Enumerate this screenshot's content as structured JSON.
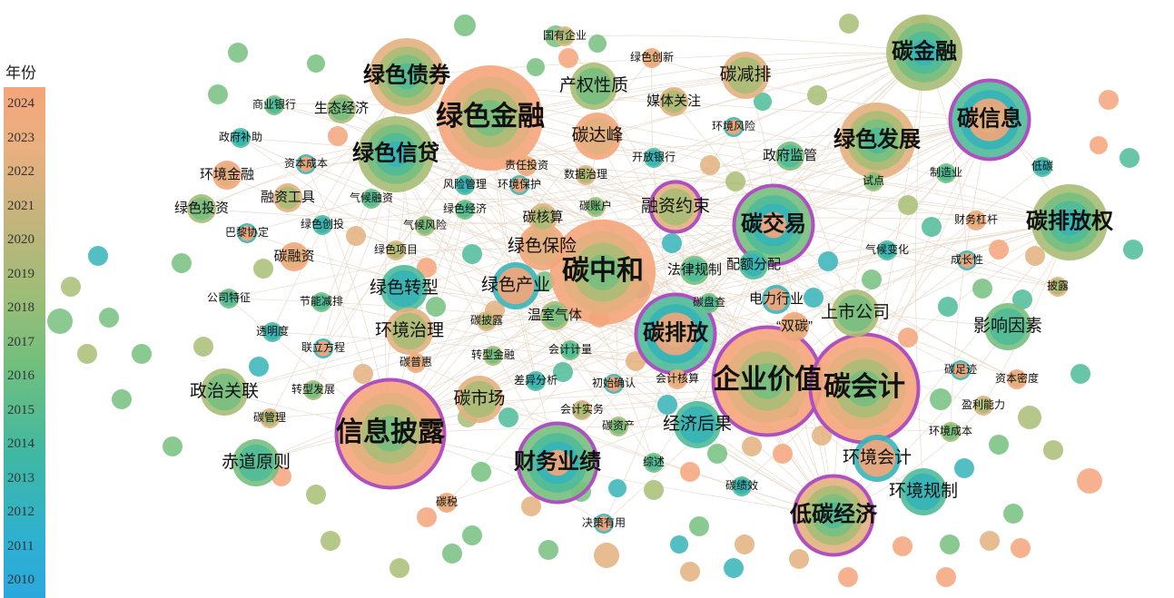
{
  "legend": {
    "title": "年份",
    "years": [
      "2024",
      "2023",
      "2022",
      "2021",
      "2020",
      "2019",
      "2018",
      "2017",
      "2016",
      "2015",
      "2014",
      "2013",
      "2012",
      "2011",
      "2010"
    ]
  },
  "nodes": [
    {
      "label": "信息披露",
      "size": "xl",
      "ring": true
    },
    {
      "label": "企业价值",
      "size": "xl",
      "ring": true
    },
    {
      "label": "碳会计",
      "size": "xl",
      "ring": true
    },
    {
      "label": "绿色金融",
      "size": "xl",
      "ring": false
    },
    {
      "label": "碳中和",
      "size": "xl",
      "ring": false
    },
    {
      "label": "低碳经济",
      "size": "lg",
      "ring": true
    },
    {
      "label": "碳排放权",
      "size": "lg",
      "ring": false
    },
    {
      "label": "碳交易",
      "size": "lg",
      "ring": true
    },
    {
      "label": "碳排放",
      "size": "lg",
      "ring": true
    },
    {
      "label": "碳信息",
      "size": "lg",
      "ring": true
    },
    {
      "label": "财务业绩",
      "size": "lg",
      "ring": true
    },
    {
      "label": "碳金融",
      "size": "lg",
      "ring": false
    },
    {
      "label": "绿色发展",
      "size": "lg",
      "ring": false
    },
    {
      "label": "绿色债券",
      "size": "lg",
      "ring": false
    },
    {
      "label": "绿色信贷",
      "size": "lg",
      "ring": false
    },
    {
      "label": "碳减排",
      "size": "md",
      "ring": false
    },
    {
      "label": "碳达峰",
      "size": "md",
      "ring": false
    },
    {
      "label": "融资约束",
      "size": "md",
      "ring": true
    },
    {
      "label": "产权性质",
      "size": "md",
      "ring": false
    },
    {
      "label": "媒体关注",
      "size": "sm",
      "ring": false
    },
    {
      "label": "上市公司",
      "size": "md",
      "ring": false
    },
    {
      "label": "影响因素",
      "size": "md",
      "ring": false
    },
    {
      "label": "绿色转型",
      "size": "md",
      "ring": false
    },
    {
      "label": "绿色产业",
      "size": "md",
      "ring": false
    },
    {
      "label": "绿色保险",
      "size": "md",
      "ring": false
    },
    {
      "label": "环境治理",
      "size": "md",
      "ring": false
    },
    {
      "label": "政治关联",
      "size": "md",
      "ring": false
    },
    {
      "label": "赤道原则",
      "size": "md",
      "ring": false
    },
    {
      "label": "环境规制",
      "size": "md",
      "ring": false
    },
    {
      "label": "环境会计",
      "size": "md",
      "ring": false
    },
    {
      "label": "经济后果",
      "size": "md",
      "ring": false
    },
    {
      "label": "碳市场",
      "size": "md",
      "ring": false
    },
    {
      "label": "温室气体",
      "size": "sm",
      "ring": false
    },
    {
      "label": "法律规制",
      "size": "sm",
      "ring": false
    },
    {
      "label": "配额分配",
      "size": "sm",
      "ring": false
    },
    {
      "label": "电力行业",
      "size": "sm",
      "ring": false
    },
    {
      "label": "“双碳”",
      "size": "sm",
      "ring": false
    },
    {
      "label": "碳核算",
      "size": "sm",
      "ring": false
    },
    {
      "label": "碳账户",
      "size": "xs",
      "ring": false
    },
    {
      "label": "政府监管",
      "size": "sm",
      "ring": false
    },
    {
      "label": "开放银行",
      "size": "xs",
      "ring": false
    },
    {
      "label": "环境风险",
      "size": "xs",
      "ring": false
    },
    {
      "label": "绿色创新",
      "size": "xs",
      "ring": false
    },
    {
      "label": "国有企业",
      "size": "xs",
      "ring": false
    },
    {
      "label": "生态经济",
      "size": "sm",
      "ring": false
    },
    {
      "label": "商业银行",
      "size": "xs",
      "ring": false
    },
    {
      "label": "政府补助",
      "size": "xs",
      "ring": false
    },
    {
      "label": "资本成本",
      "size": "xs",
      "ring": false
    },
    {
      "label": "环境金融",
      "size": "sm",
      "ring": false
    },
    {
      "label": "融资工具",
      "size": "sm",
      "ring": false
    },
    {
      "label": "绿色投资",
      "size": "sm",
      "ring": false
    },
    {
      "label": "气候融资",
      "size": "xs",
      "ring": false
    },
    {
      "label": "绿色创投",
      "size": "xs",
      "ring": false
    },
    {
      "label": "巴黎协定",
      "size": "xs",
      "ring": false
    },
    {
      "label": "碳融资",
      "size": "sm",
      "ring": false
    },
    {
      "label": "绿色项目",
      "size": "xs",
      "ring": false
    },
    {
      "label": "气候风险",
      "size": "xs",
      "ring": false
    },
    {
      "label": "绿色经济",
      "size": "xs",
      "ring": false
    },
    {
      "label": "风险管理",
      "size": "xs",
      "ring": false
    },
    {
      "label": "环境保护",
      "size": "xs",
      "ring": false
    },
    {
      "label": "责任投资",
      "size": "xs",
      "ring": false
    },
    {
      "label": "数据治理",
      "size": "xs",
      "ring": false
    },
    {
      "label": "公司特征",
      "size": "xs",
      "ring": false
    },
    {
      "label": "节能减排",
      "size": "xs",
      "ring": false
    },
    {
      "label": "透明度",
      "size": "xs",
      "ring": false
    },
    {
      "label": "联立方程",
      "size": "xs",
      "ring": false
    },
    {
      "label": "碳普惠",
      "size": "xs",
      "ring": false
    },
    {
      "label": "碳披露",
      "size": "xs",
      "ring": false
    },
    {
      "label": "转型金融",
      "size": "xs",
      "ring": false
    },
    {
      "label": "会计计量",
      "size": "xs",
      "ring": false
    },
    {
      "label": "差异分析",
      "size": "xs",
      "ring": false
    },
    {
      "label": "初始确认",
      "size": "xs",
      "ring": false
    },
    {
      "label": "会计核算",
      "size": "xs",
      "ring": false
    },
    {
      "label": "会计实务",
      "size": "xs",
      "ring": false
    },
    {
      "label": "碳资产",
      "size": "xs",
      "ring": false
    },
    {
      "label": "综述",
      "size": "xs",
      "ring": false
    },
    {
      "label": "碳绩效",
      "size": "xs",
      "ring": false
    },
    {
      "label": "决策有用",
      "size": "xs",
      "ring": false
    },
    {
      "label": "碳税",
      "size": "xs",
      "ring": false
    },
    {
      "label": "碳管理",
      "size": "xs",
      "ring": false
    },
    {
      "label": "转型发展",
      "size": "xs",
      "ring": false
    },
    {
      "label": "碳盘查",
      "size": "xs",
      "ring": false
    },
    {
      "label": "气候变化",
      "size": "xs",
      "ring": false
    },
    {
      "label": "成长性",
      "size": "xs",
      "ring": false
    },
    {
      "label": "财务杠杆",
      "size": "xs",
      "ring": false
    },
    {
      "label": "披露",
      "size": "xs",
      "ring": false
    },
    {
      "label": "试点",
      "size": "xs",
      "ring": false
    },
    {
      "label": "制造业",
      "size": "xs",
      "ring": false
    },
    {
      "label": "低碳",
      "size": "xs",
      "ring": false
    },
    {
      "label": "碳足迹",
      "size": "xs",
      "ring": false
    },
    {
      "label": "资本密度",
      "size": "xs",
      "ring": false
    },
    {
      "label": "盈利能力",
      "size": "xs",
      "ring": false
    },
    {
      "label": "环境成本",
      "size": "xs",
      "ring": false
    }
  ],
  "colors": {
    "y2024": "#f4a57a",
    "y2022": "#e3b07e",
    "y2020": "#a9bd76",
    "y2018": "#77bf7f",
    "y2016": "#4fbb98",
    "y2014": "#36b4b8",
    "y2012": "#2daed4",
    "ring": "#b04fc0",
    "edge": "#e7d8c8"
  }
}
